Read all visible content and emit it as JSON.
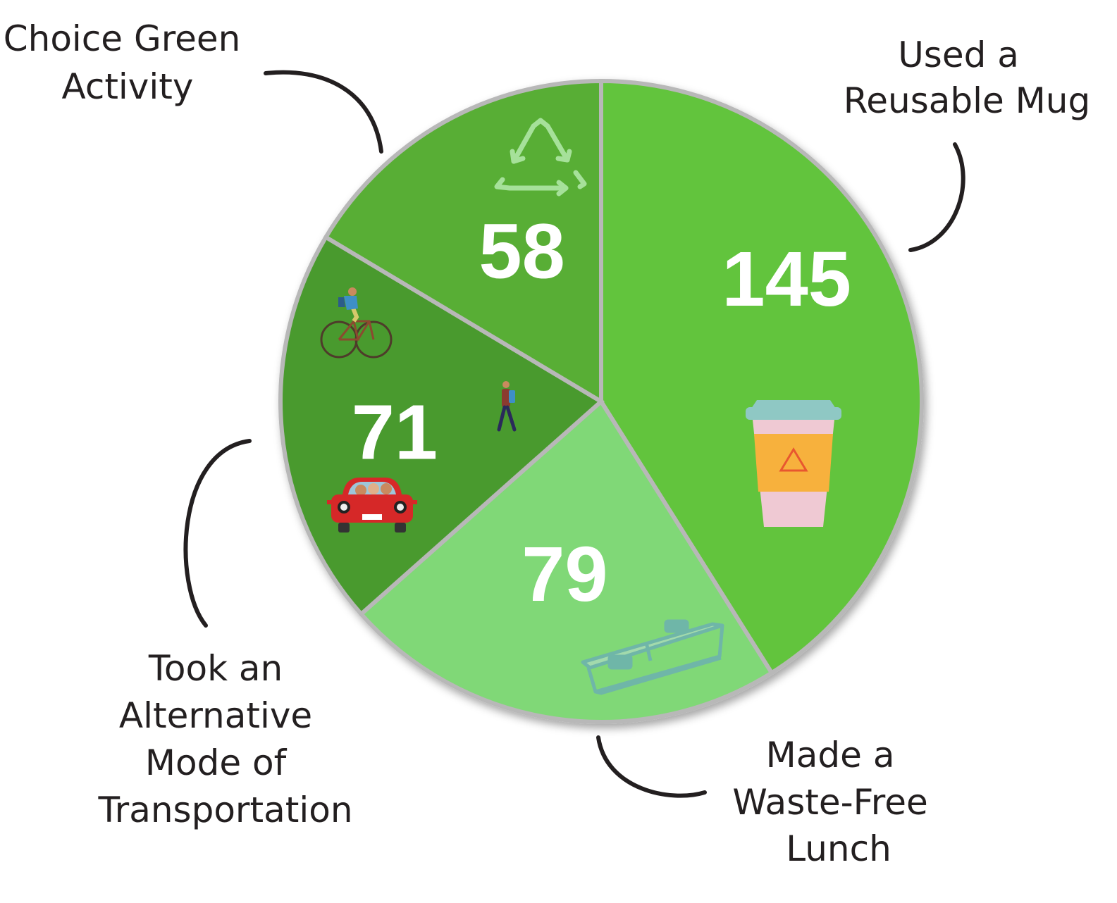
{
  "chart_data": {
    "type": "pie",
    "categories": [
      "Used a Reusable Mug",
      "Made a Waste-Free Lunch",
      "Took an Alternative Mode of Transportation",
      "Choice Green Activity"
    ],
    "values": [
      145,
      79,
      71,
      58
    ],
    "colors": [
      "#62c43c",
      "#80d877",
      "#4a9a2e",
      "#58ae35"
    ],
    "label_lines": [
      [
        "Used a",
        "Reusable Mug"
      ],
      [
        "Made a",
        "Waste-Free",
        "Lunch"
      ],
      [
        "Took an",
        "Alternative",
        "Mode of",
        "Transportation"
      ],
      [
        "Choice Green",
        "Activity"
      ]
    ],
    "icons": [
      "coffee-cup-icon",
      "lunch-box-icon",
      "bicycle-icon",
      "pedestrian-icon",
      "car-icon",
      "recycle-icon"
    ],
    "legend": "none"
  }
}
